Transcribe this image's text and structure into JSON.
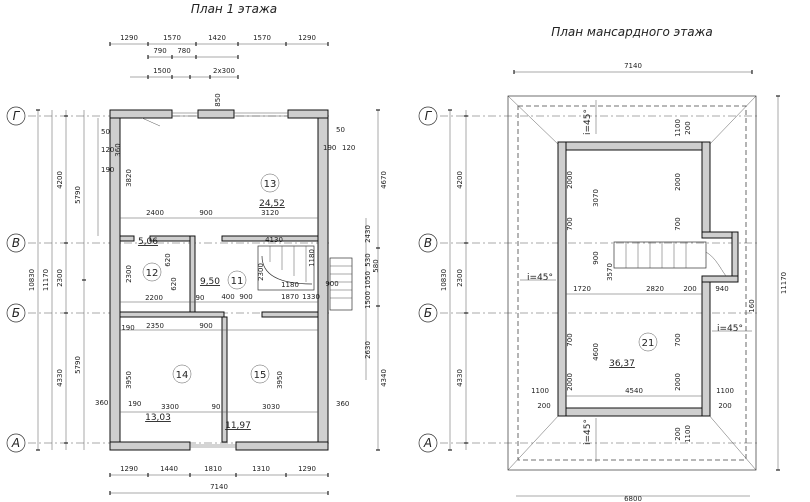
{
  "plans": [
    {
      "title": "План 1 этажа",
      "axes": [
        "Г",
        "В",
        "Б",
        "А"
      ],
      "top_dims_row1": [
        "1290",
        "1570",
        "1420",
        "1570",
        "1290"
      ],
      "top_dims_row2": [
        "790",
        "780",
        "2x300"
      ],
      "top_dims_row3": [
        "1500",
        "850"
      ],
      "bottom_dims_row1": [
        "1290",
        "1440",
        "1810",
        "1310",
        "1290"
      ],
      "bottom_total": "7140",
      "left_dims_outer": [
        "10830"
      ],
      "left_dims_mid": [
        "11170"
      ],
      "left_dims_inner": [
        "4200",
        "2300",
        "4330"
      ],
      "left_dims_inner2": [
        "5790",
        "5790"
      ],
      "right_dims": [
        "4670",
        "2430",
        "530",
        "1050",
        "1500",
        "2630",
        "4340"
      ],
      "right_small": [
        "190",
        "120",
        "50",
        "360",
        "580"
      ],
      "interior_dims": [
        "2400",
        "900",
        "3120",
        "4130",
        "2200",
        "90",
        "400",
        "900",
        "1870",
        "2350",
        "900",
        "3300",
        "90",
        "3030",
        "3950",
        "3950",
        "3820",
        "2300",
        "2300",
        "900",
        "620",
        "1180",
        "1330",
        "360",
        "360",
        "50",
        "120",
        "190"
      ],
      "rooms": [
        {
          "num": "13",
          "area": "24,52"
        },
        {
          "num": "12",
          "area": "5,06"
        },
        {
          "num": "11",
          "area": "9,50"
        },
        {
          "num": "14",
          "area": "13,03"
        },
        {
          "num": "15",
          "area": "11,97"
        }
      ]
    },
    {
      "title": "План мансардного этажа",
      "axes": [
        "Г",
        "В",
        "Б",
        "А"
      ],
      "top_total": "7140",
      "bottom_total": "6800",
      "left_dims_outer": [
        "10830"
      ],
      "left_dims_inner": [
        "4200",
        "2300",
        "4330"
      ],
      "right_total": "11170",
      "slopes": [
        "i=45°",
        "i=45°",
        "i=45°",
        "i=45°"
      ],
      "interior_dims": [
        "200",
        "1100",
        "2000",
        "700",
        "3070",
        "900",
        "1720",
        "2820",
        "200",
        "940",
        "160",
        "4600",
        "700",
        "700",
        "2000",
        "2000",
        "4540",
        "1100",
        "200",
        "200",
        "1100",
        "3570",
        "2000",
        "2000",
        "200",
        "1100"
      ],
      "rooms": [
        {
          "num": "21",
          "area": "36,37"
        }
      ]
    }
  ]
}
